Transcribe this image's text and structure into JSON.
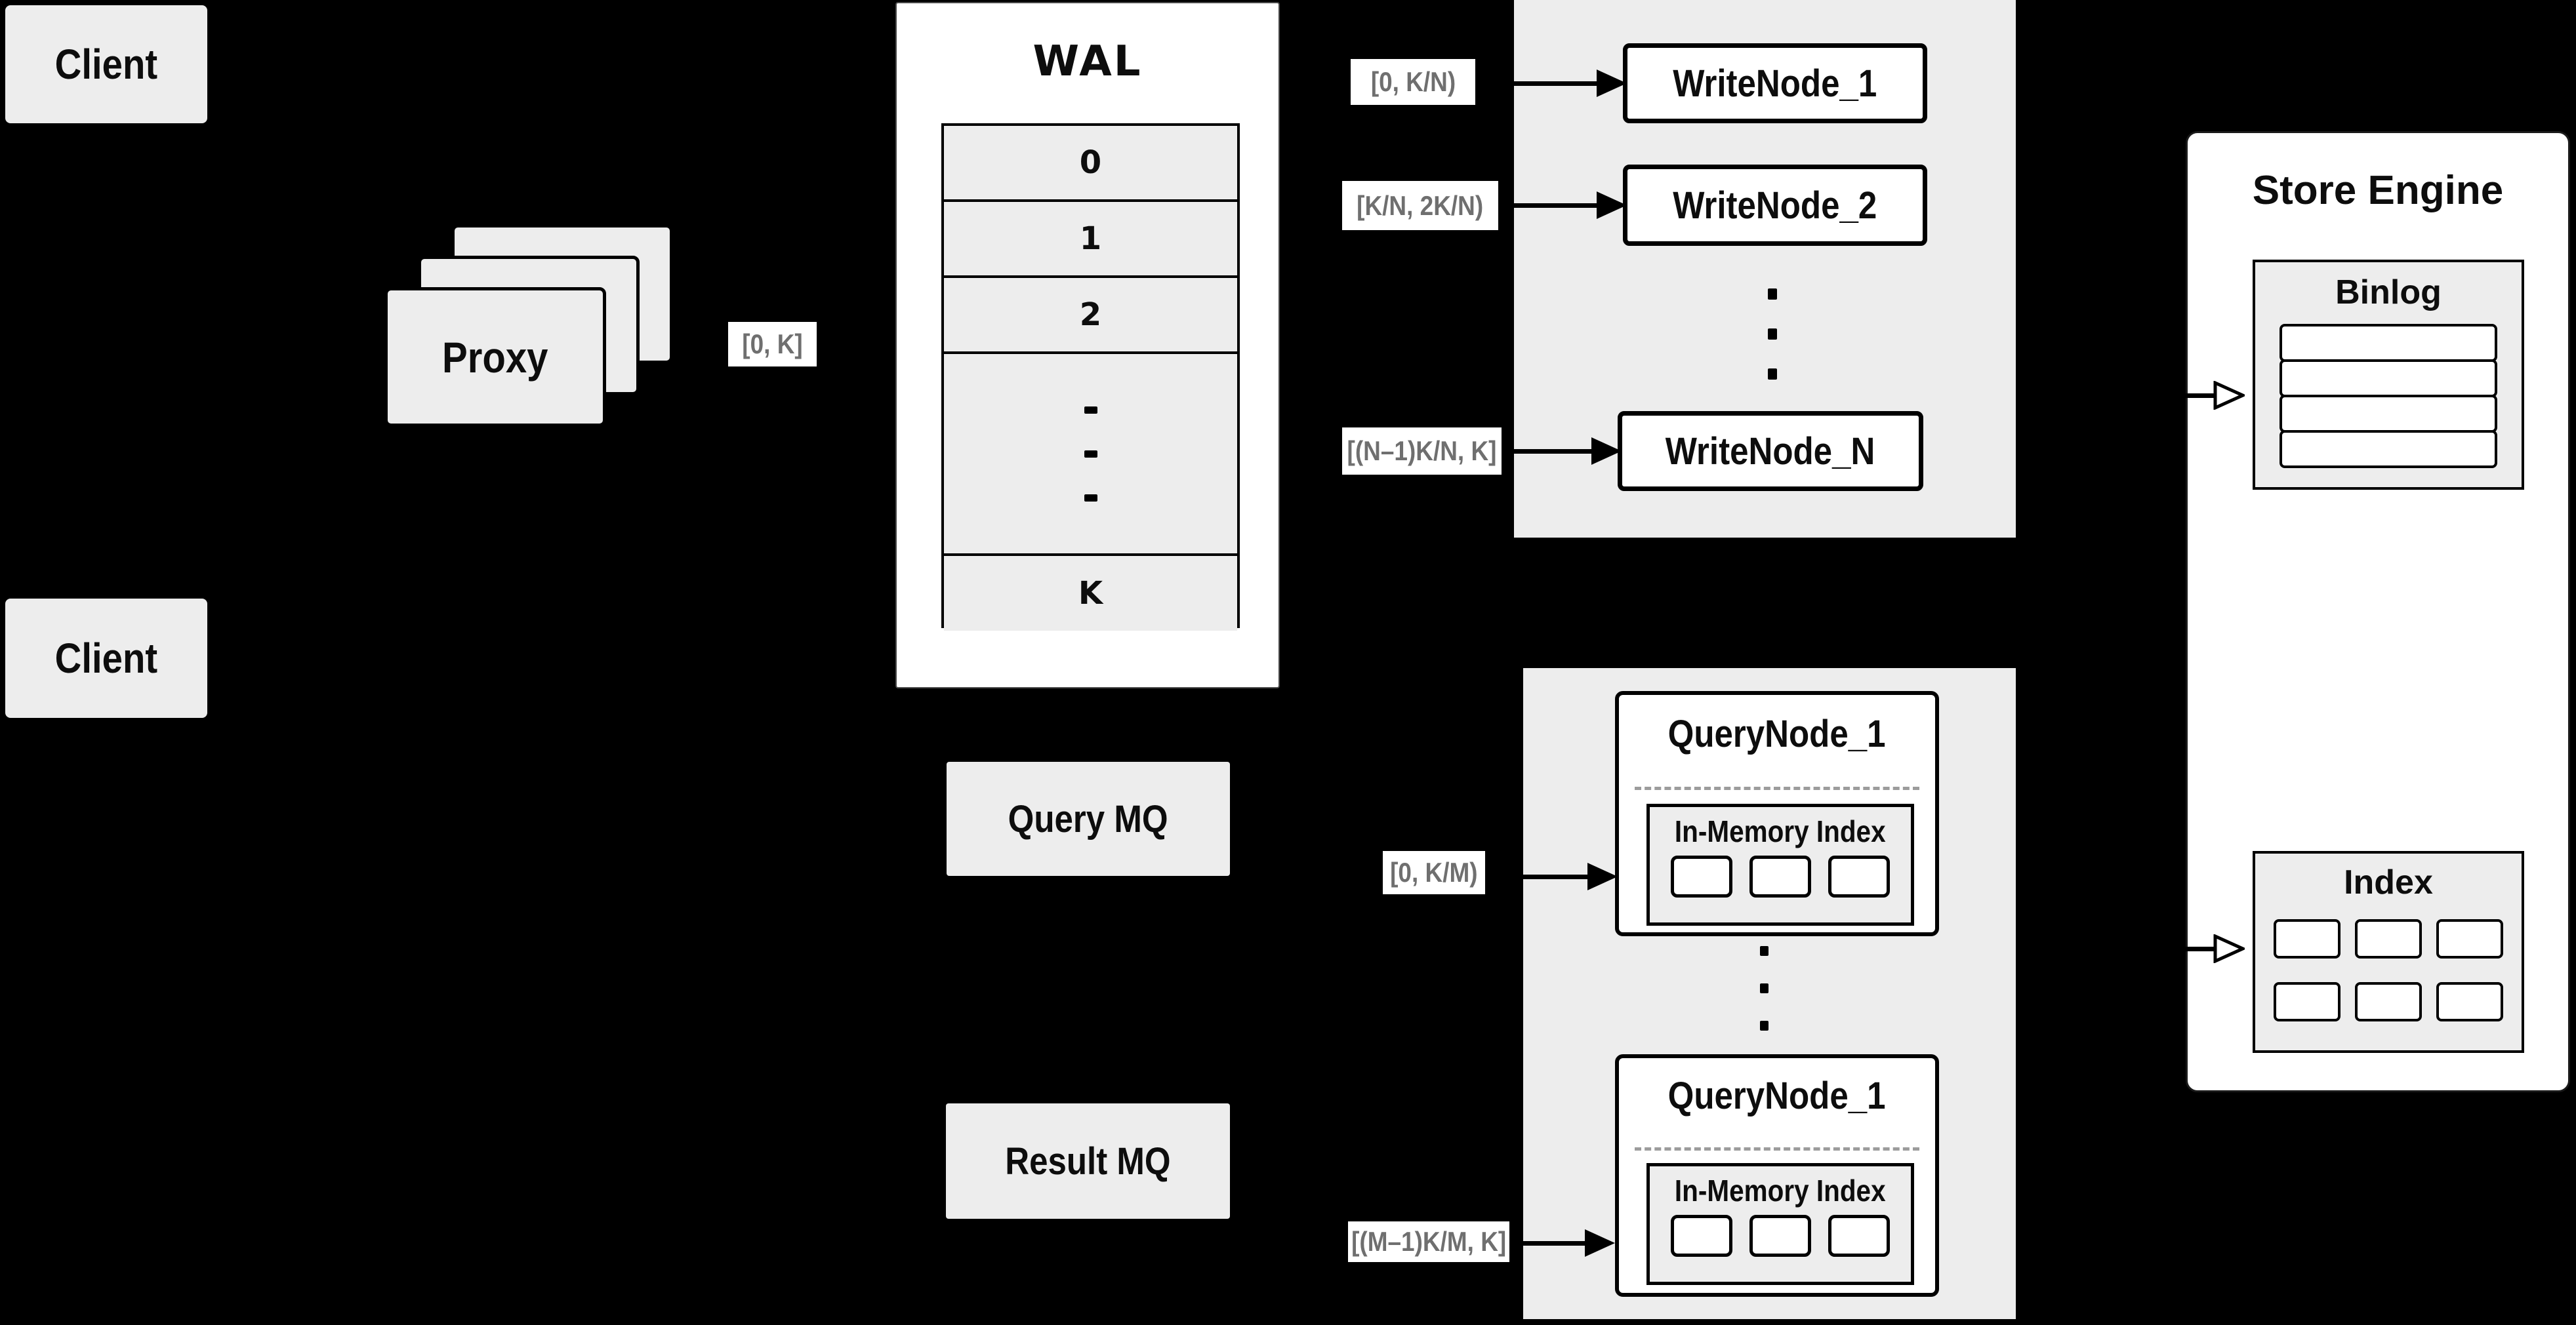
{
  "colors": {
    "background": "#000000",
    "panel_fill": "#ededed",
    "node_fill": "#ffffff",
    "border": "#000000",
    "muted_label_text": "#6f6f6f"
  },
  "clients": {
    "top_label": "Client",
    "bottom_label": "Client"
  },
  "proxy": {
    "label": "Proxy",
    "range_chip": "[0, K]"
  },
  "wal": {
    "title": "WAL",
    "segments": [
      "0",
      "1",
      "2"
    ],
    "last_segment": "K"
  },
  "write_cluster": {
    "nodes": [
      {
        "label": "WriteNode_1",
        "range_chip": "[0, K/N)"
      },
      {
        "label": "WriteNode_2",
        "range_chip": "[K/N, 2K/N)"
      },
      {
        "label": "WriteNode_N",
        "range_chip": "[(N–1)K/N, K]"
      }
    ]
  },
  "store_engine": {
    "title": "Store Engine",
    "binlog": {
      "title": "Binlog",
      "row_count": 4
    },
    "index": {
      "title": "Index",
      "cell_count": 6
    }
  },
  "queues": {
    "query_label": "Query MQ",
    "result_label": "Result MQ"
  },
  "query_cluster": {
    "nodes": [
      {
        "label": "QueryNode_1",
        "memory_box_title": "In-Memory Index",
        "range_chip": "[0, K/M)"
      },
      {
        "label": "QueryNode_1",
        "memory_box_title": "In-Memory Index",
        "range_chip": "[(M–1)K/M, K]"
      }
    ]
  }
}
